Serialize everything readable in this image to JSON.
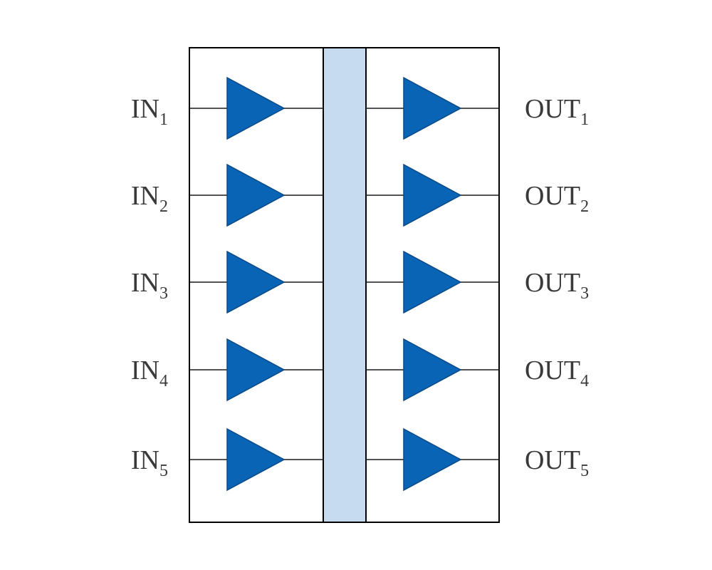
{
  "colors": {
    "background": "#ffffff",
    "outline": "#000000",
    "wire": "#1a1a1a",
    "bus": "#c6dbf0",
    "amplifier_fill": "#0a64b6",
    "amplifier_stroke": "#0b4a86",
    "label_text": "#3a3a3a"
  },
  "icon": "amplifier-triangle-icon",
  "inputs": [
    {
      "name": "IN",
      "index": "1"
    },
    {
      "name": "IN",
      "index": "2"
    },
    {
      "name": "IN",
      "index": "3"
    },
    {
      "name": "IN",
      "index": "4"
    },
    {
      "name": "IN",
      "index": "5"
    }
  ],
  "outputs": [
    {
      "name": "OUT",
      "index": "1"
    },
    {
      "name": "OUT",
      "index": "2"
    },
    {
      "name": "OUT",
      "index": "3"
    },
    {
      "name": "OUT",
      "index": "4"
    },
    {
      "name": "OUT",
      "index": "5"
    }
  ]
}
